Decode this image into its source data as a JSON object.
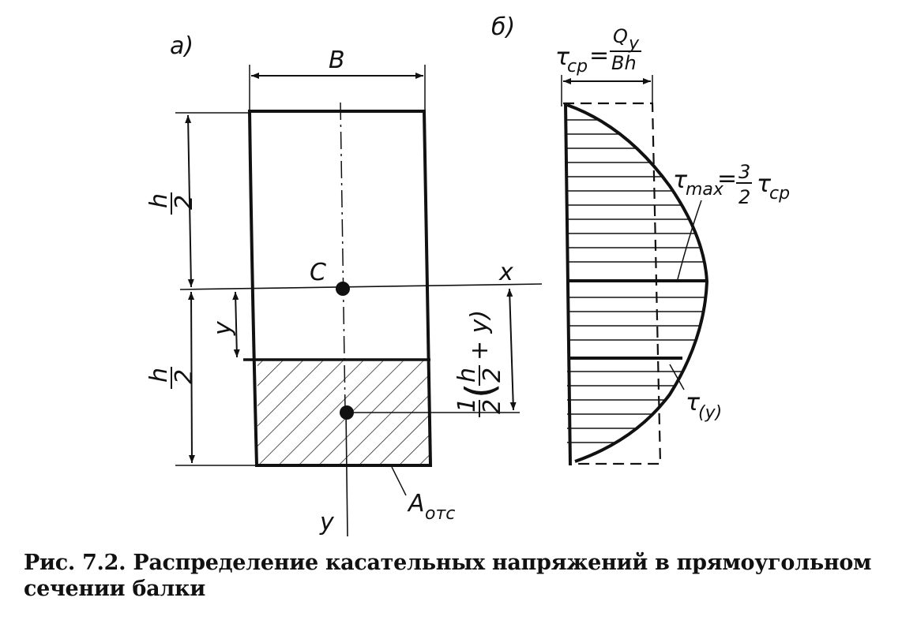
{
  "panel_a": {
    "label": "a)",
    "width_label": "B",
    "half_height_label": "h",
    "half_height_denominator": "2",
    "centroid_label": "C",
    "x_axis_label": "x",
    "y_axis_label": "y",
    "y_dim_label": "y",
    "arm_prefix_num": "1",
    "arm_prefix_den": "2",
    "arm_h": "h",
    "arm_h_den": "2",
    "arm_tail": "+ y)",
    "area_label": "A",
    "area_subscript": "отс"
  },
  "panel_b": {
    "label": "б)",
    "tau": "τ",
    "tau_cp_sub": "cp",
    "equals": "=",
    "qy_num": "Q",
    "qy_sub": "y",
    "qy_den": "Bh",
    "tau_max_sub": "max",
    "tau_max_coef_num": "3",
    "tau_max_coef_den": "2",
    "tau_y_sub": "(y)"
  },
  "caption": {
    "text": "Рис. 7.2. Распределение касательных напряжений в прямоугольном сечении балки"
  },
  "colors": {
    "ink": "#111111",
    "paper": "#ffffff"
  }
}
